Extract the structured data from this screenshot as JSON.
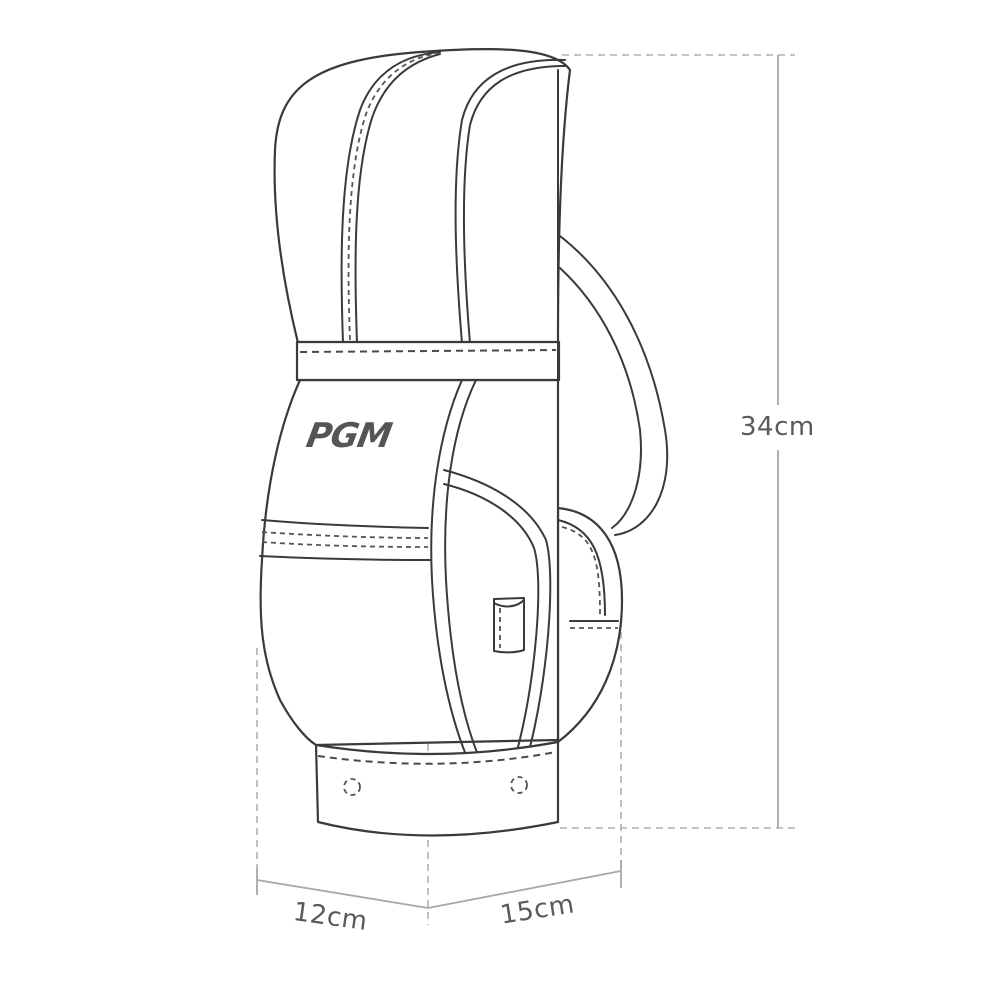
{
  "diagram": {
    "subject": "golf bag",
    "brand_logo": "PGM",
    "dimensions": {
      "height": {
        "label": "34cm",
        "value": 34,
        "unit": "cm"
      },
      "depth": {
        "label": "12cm",
        "value": 12,
        "unit": "cm"
      },
      "width": {
        "label": "15cm",
        "value": 15,
        "unit": "cm"
      }
    },
    "colors": {
      "outline": "#3a3a3a",
      "dimension_line": "#a8a8a8",
      "label_text": "#5a5a5a",
      "background": "#ffffff"
    }
  }
}
